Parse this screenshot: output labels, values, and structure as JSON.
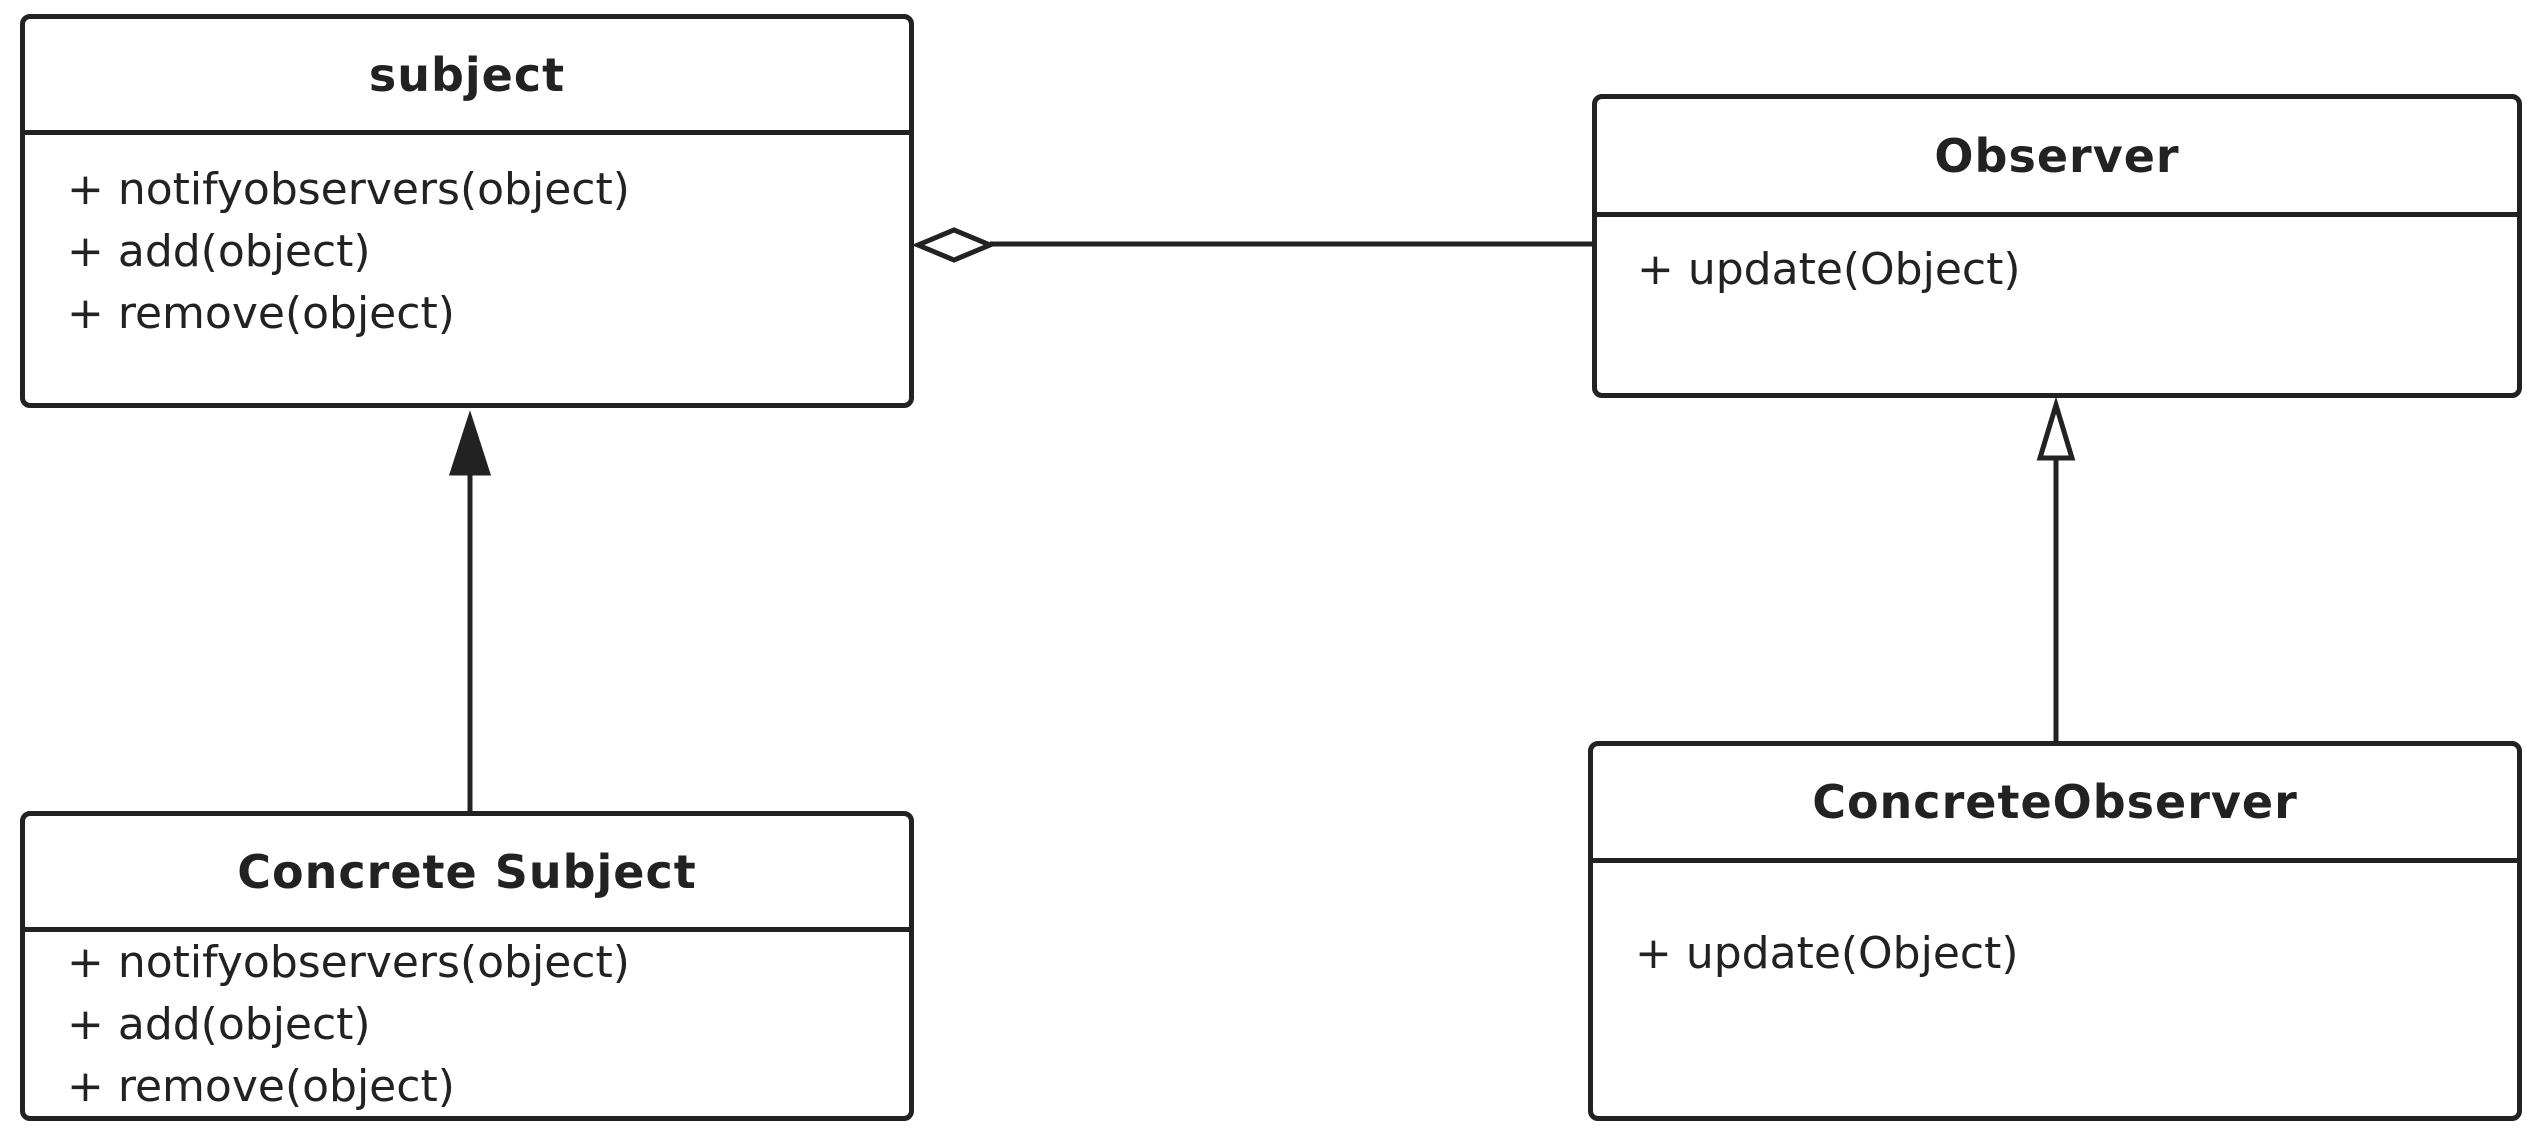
{
  "diagram": {
    "classes": {
      "subject": {
        "name": "subject",
        "methods": [
          "+ notifyobservers(object)",
          "+ add(object)",
          "+ remove(object)"
        ]
      },
      "observer": {
        "name": "Observer",
        "methods": [
          "+ update(Object)"
        ]
      },
      "concrete_subject": {
        "name": "Concrete Subject",
        "methods": [
          "+ notifyobservers(object)",
          "+ add(object)",
          "+ remove(object)"
        ]
      },
      "concrete_observer": {
        "name": "ConcreteObserver",
        "methods": [
          "+ update(Object)"
        ]
      }
    },
    "relations": [
      {
        "type": "aggregation",
        "from": "subject",
        "to": "observer"
      },
      {
        "type": "generalization",
        "from": "concrete_subject",
        "to": "subject",
        "arrowhead": "filled-triangle"
      },
      {
        "type": "generalization",
        "from": "concrete_observer",
        "to": "observer",
        "arrowhead": "hollow-triangle"
      }
    ],
    "colors": {
      "stroke": "#222222",
      "background": "#ffffff"
    }
  }
}
